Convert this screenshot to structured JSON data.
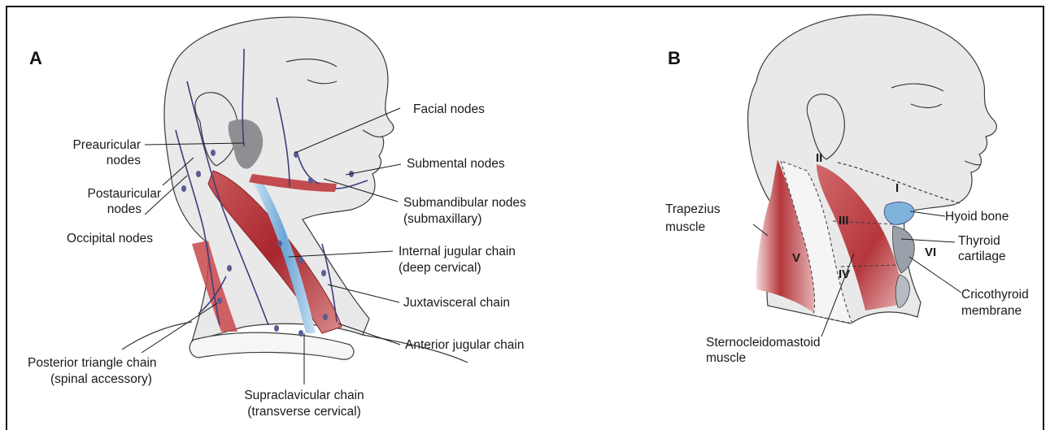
{
  "panel_a": {
    "letter": "A",
    "labels": {
      "facial_nodes": "Facial nodes",
      "preauricular_1": "Preauricular",
      "preauricular_2": "nodes",
      "postauricular_1": "Postauricular",
      "postauricular_2": "nodes",
      "occipital_nodes": "Occipital nodes",
      "submental_nodes": "Submental nodes",
      "submandibular_1": "Submandibular nodes",
      "submandibular_2": "(submaxillary)",
      "internal_jugular_1": "Internal jugular chain",
      "internal_jugular_2": "(deep cervical)",
      "juxtavisceral": "Juxtavisceral chain",
      "anterior_jugular": "Anterior jugular chain",
      "posterior_triangle_1": "Posterior triangle chain",
      "posterior_triangle_2": "(spinal accessory)",
      "supraclavicular_1": "Supraclavicular chain",
      "supraclavicular_2": "(transverse cervical)"
    }
  },
  "panel_b": {
    "letter": "B",
    "labels": {
      "trapezius_1": "Trapezius",
      "trapezius_2": "muscle",
      "hyoid_bone": "Hyoid bone",
      "thyroid_1": "Thyroid",
      "thyroid_2": "cartilage",
      "cricothyroid_1": "Cricothyroid",
      "cricothyroid_2": "membrane",
      "scm_1": "Sternocleidomastoid",
      "scm_2": "muscle"
    },
    "zones": {
      "zone_1": "I",
      "zone_2": "II",
      "zone_3": "III",
      "zone_4": "IV",
      "zone_5": "V",
      "zone_6": "VI"
    }
  },
  "colors": {
    "muscle": "#b5373c",
    "muscle_light": "#d98a8a",
    "vessel_blue": "#7fb3dc",
    "lymph_purple": "#3d3f7a",
    "gland_gray": "#8f8f93",
    "skin": "#e9e9ea"
  }
}
